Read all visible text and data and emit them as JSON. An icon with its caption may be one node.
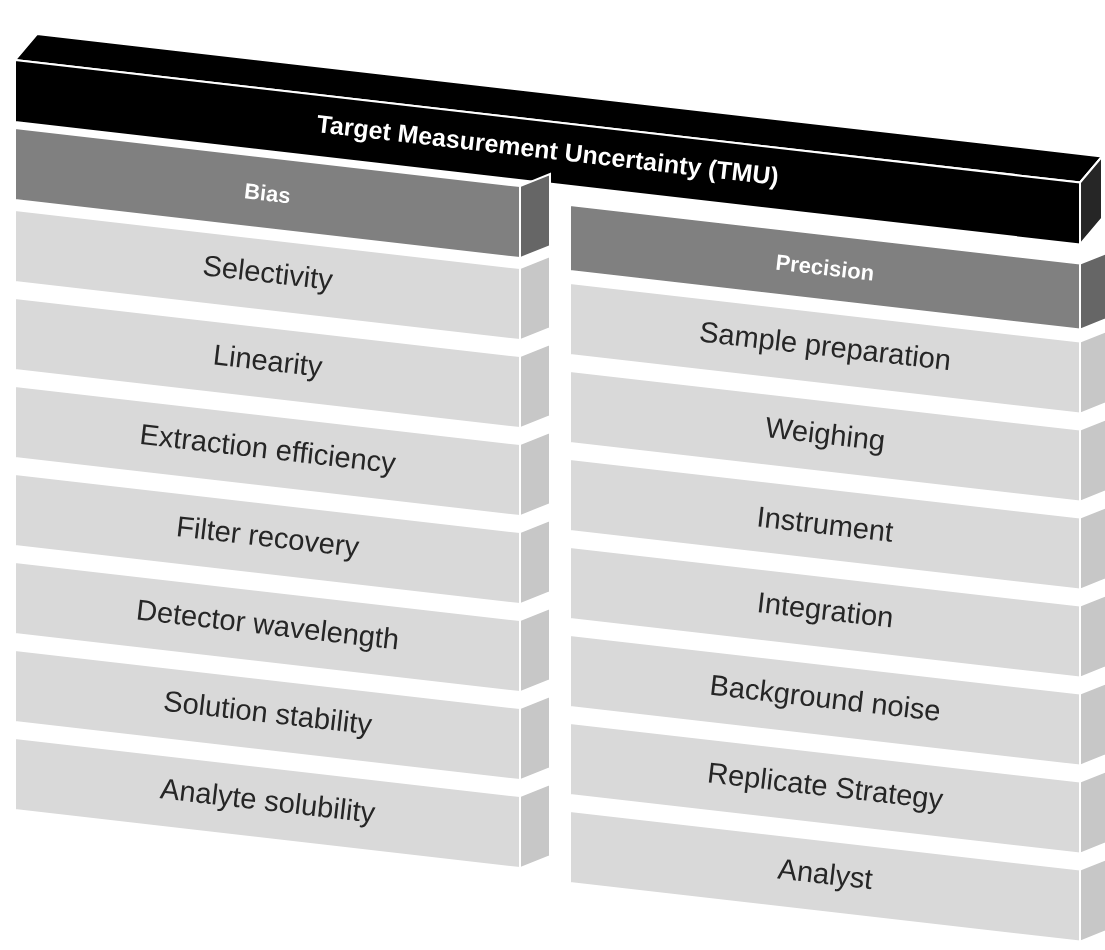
{
  "diagram": {
    "nodes": [
      {
        "text": [
          "Target Measurement Uncertainty (TMU)"
        ]
      },
      {
        "text": [
          "Bias"
        ]
      },
      {
        "text": [
          "Selectivity"
        ]
      },
      {
        "text": [
          "Linearity"
        ]
      },
      {
        "text": [
          "Extraction efficiency"
        ]
      },
      {
        "text": [
          "Filter recovery"
        ]
      },
      {
        "text": [
          "Detector wavelength"
        ]
      },
      {
        "text": [
          "Solution stability"
        ]
      },
      {
        "text": [
          "Analyte solubility"
        ]
      },
      {
        "text": [
          "Precision"
        ]
      },
      {
        "text": [
          "Sample preparation"
        ]
      },
      {
        "text": [
          "Weighing"
        ]
      },
      {
        "text": [
          "Instrument"
        ]
      },
      {
        "text": [
          "Integration"
        ]
      },
      {
        "text": [
          "Background noise"
        ]
      },
      {
        "text": [
          "Replicate Strategy"
        ]
      },
      {
        "text": [
          "Analyst"
        ]
      }
    ]
  }
}
